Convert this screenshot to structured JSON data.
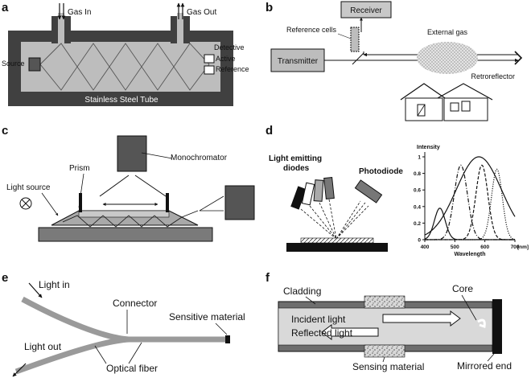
{
  "panels": {
    "a": {
      "letter": "a",
      "gas_in": "Gas In",
      "gas_out": "Gas Out",
      "source": "Source",
      "detective": "Detective",
      "active": "Active",
      "reference": "Reference",
      "tube": "Stainless Steel Tube"
    },
    "b": {
      "letter": "b",
      "receiver": "Receiver",
      "reference_cells": "Reference cells",
      "external_gas": "External gas",
      "transmitter": "Transmitter",
      "retroreflector": "Retroreflector"
    },
    "c": {
      "letter": "c",
      "prism": "Prism",
      "monochromator": "Monochromator",
      "light_source": "Light source"
    },
    "d": {
      "letter": "d",
      "leds_line1": "Light emitting",
      "leds_line2": "diodes",
      "photodiode": "Photodiode"
    },
    "e": {
      "letter": "e",
      "light_in": "Light  in",
      "connector": "Connector",
      "sensitive_material": "Sensitive material",
      "light_out": "Light out",
      "optical_fiber": "Optical fiber"
    },
    "f": {
      "letter": "f",
      "cladding": "Cladding",
      "core": "Core",
      "incident_light": "Incident light",
      "reflected_light": "Reflected light",
      "mirrored_end": "Mirrored end",
      "sensing_material": "Sensing material"
    }
  },
  "chart_data": {
    "type": "line",
    "ylabel": "Intensity",
    "xlabel": "Wavelength",
    "x_unit_tick": "[nm]",
    "xlim": [
      400,
      700
    ],
    "ylim": [
      0,
      1
    ],
    "x_ticks": [
      400,
      500,
      600,
      700
    ],
    "y_ticks": [
      0,
      0.2,
      0.4,
      0.6,
      0.8,
      1
    ],
    "series": [
      {
        "style": "solid",
        "kind": "gauss",
        "center": 450,
        "sigma": 18,
        "peak": 0.38
      },
      {
        "style": "dashdot",
        "kind": "gauss",
        "center": 520,
        "sigma": 22,
        "peak": 0.9
      },
      {
        "style": "dashed",
        "kind": "gauss",
        "center": 590,
        "sigma": 20,
        "peak": 0.9
      },
      {
        "style": "dotted",
        "kind": "gauss",
        "center": 640,
        "sigma": 18,
        "peak": 0.85
      },
      {
        "style": "solid",
        "kind": "gauss",
        "center": 580,
        "sigma": 75,
        "peak": 1.0
      }
    ]
  }
}
